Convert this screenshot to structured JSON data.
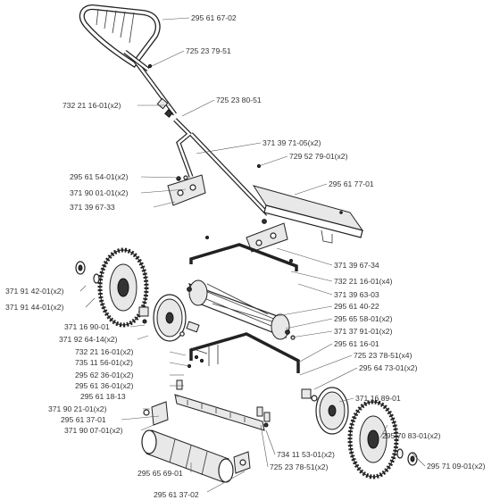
{
  "labels": {
    "l01": "295 61 67-02",
    "l02": "725 23 79-51",
    "l03": "732 21 16-01(x2)",
    "l04": "725 23 80-51",
    "l05": "371 39 71-05(x2)",
    "l06": "729 52 79-01(x2)",
    "l07": "295 61 54-01(x2)",
    "l08": "371 90 01-01(x2)",
    "l09": "295 61 77-01",
    "l10": "371 39 67-33",
    "l11": "371 39 67-34",
    "l12": "371 91 42-01(x2)",
    "l13": "732 21 16-01(x4)",
    "l14": "371 91 44-01(x2)",
    "l15": "371 39 63-03",
    "l16": "295 61 40-22",
    "l17": "371 16 90-01",
    "l18": "295 65 58-01(x2)",
    "l19": "371 92 64-14(x2)",
    "l20": "371 37 91-01(x2)",
    "l21": "295 61 16-01",
    "l22": "732 21 16-01(x2)",
    "l23": "725 23 78-51(x4)",
    "l24": "735 11 56-01(x2)",
    "l25": "295 64 73-01(x2)",
    "l26": "295 62 36-01(x2)",
    "l27": "295 61 36-01(x2)",
    "l28": "295 61 18-13",
    "l29": "371 16 89-01",
    "l30": "371 90 21-01(x2)",
    "l31": "295 61 37-01",
    "l32": "295 70 83-01(x2)",
    "l33": "371 90 07-01(x2)",
    "l34": "295 71 09-01(x2)",
    "l35": "734 11 53-01(x2)",
    "l36": "295 65 69-01",
    "l37": "725 23 78-51(x2)",
    "l38": "295 61 37-02"
  }
}
